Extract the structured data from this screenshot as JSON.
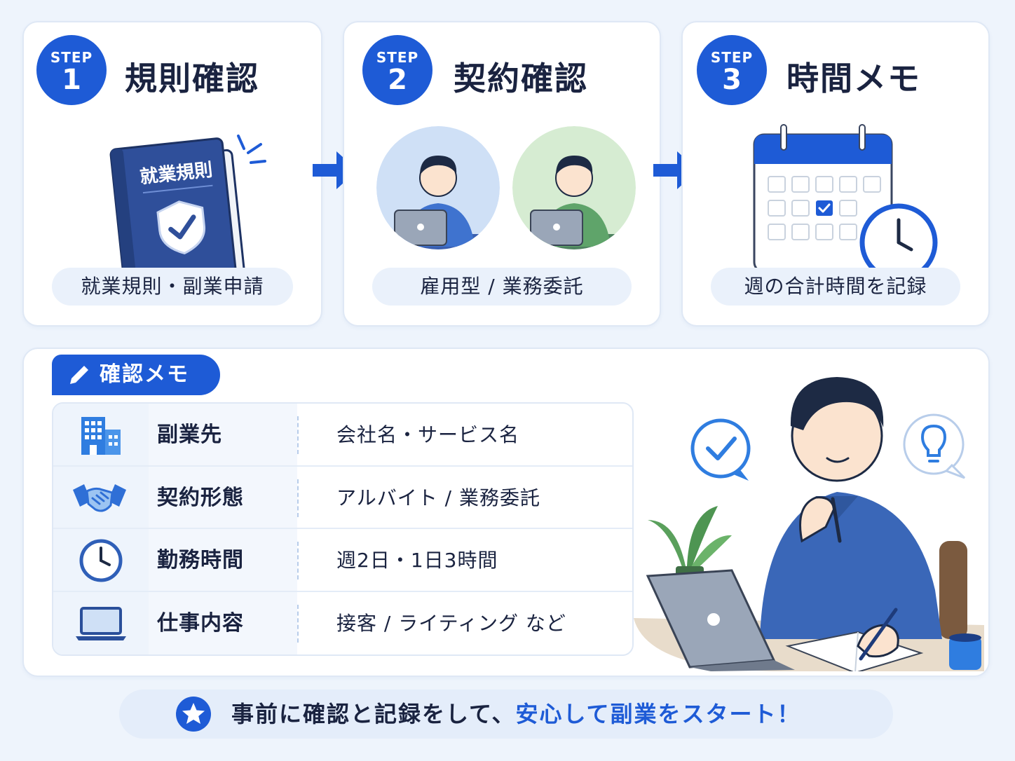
{
  "steps": [
    {
      "word": "STEP",
      "number": "1",
      "title": "規則確認",
      "pill": "就業規則・副業申請",
      "book_title": "就業規則"
    },
    {
      "word": "STEP",
      "number": "2",
      "title": "契約確認",
      "pill": "雇用型 / 業務委託"
    },
    {
      "word": "STEP",
      "number": "3",
      "title": "時間メモ",
      "pill": "週の合計時間を記録"
    }
  ],
  "memo": {
    "heading": "確認メモ",
    "rows": [
      {
        "icon": "building-icon",
        "label": "副業先",
        "value": "会社名・サービス名"
      },
      {
        "icon": "handshake-icon",
        "label": "契約形態",
        "value": "アルバイト / 業務委託"
      },
      {
        "icon": "clock-icon",
        "label": "勤務時間",
        "value": "週2日・1日3時間"
      },
      {
        "icon": "laptop-icon",
        "label": "仕事内容",
        "value": "接客 / ライティング など"
      }
    ]
  },
  "footer": {
    "text_before": "事前に確認と記録をして、",
    "text_highlight": "安心して副業をスタート！"
  },
  "colors": {
    "primary": "#1e5bd6",
    "background": "#eef4fc",
    "text": "#1a2340",
    "pill": "#eaf1fb"
  }
}
